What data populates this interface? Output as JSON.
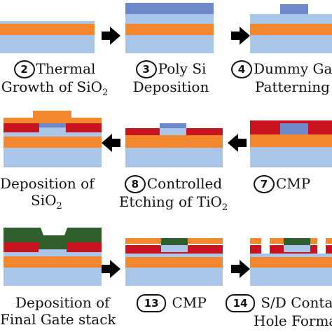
{
  "colors": {
    "substrate": "#a9c6e8",
    "oxide": "#f2872d",
    "tio2": "#c8141e",
    "poly": "#6d89c9",
    "gate": "#2f5e2c",
    "arrow": "#000000"
  },
  "steps": [
    {
      "id": "s1",
      "number": "",
      "line1": "",
      "line2_pre": "",
      "line2_sub": "",
      "line2_post": ""
    },
    {
      "id": "s2",
      "number": "2",
      "line1": "Thermal",
      "line2_pre": "Growth of SiO",
      "line2_sub": "2",
      "line2_post": ""
    },
    {
      "id": "s3",
      "number": "3",
      "line1": "Poly Si",
      "line2_pre": "Deposition",
      "line2_sub": "",
      "line2_post": ""
    },
    {
      "id": "s4",
      "number": "4",
      "line1": "Dummy Ga",
      "line2_pre": "Patterning",
      "line2_sub": "",
      "line2_post": ""
    },
    {
      "id": "s7",
      "number": "7",
      "line1": "CMP",
      "line2_pre": "",
      "line2_sub": "",
      "line2_post": ""
    },
    {
      "id": "s8",
      "number": "8",
      "line1": "Controlled",
      "line2_pre": "Etching of TiO",
      "line2_sub": "2",
      "line2_post": ""
    },
    {
      "id": "s9",
      "number": "",
      "line1": "Deposition of",
      "line2_pre": "SiO",
      "line2_sub": "2",
      "line2_post": ""
    },
    {
      "id": "s12",
      "number": "",
      "line1": "Deposition of",
      "line2_pre": "Final Gate stack",
      "line2_sub": "",
      "line2_post": ""
    },
    {
      "id": "s13",
      "number": "13",
      "line1": "CMP",
      "line2_pre": "",
      "line2_sub": "",
      "line2_post": ""
    },
    {
      "id": "s14",
      "number": "14",
      "line1": "S/D Conta",
      "line2_pre": "Hole Forma",
      "line2_sub": "",
      "line2_post": ""
    }
  ]
}
